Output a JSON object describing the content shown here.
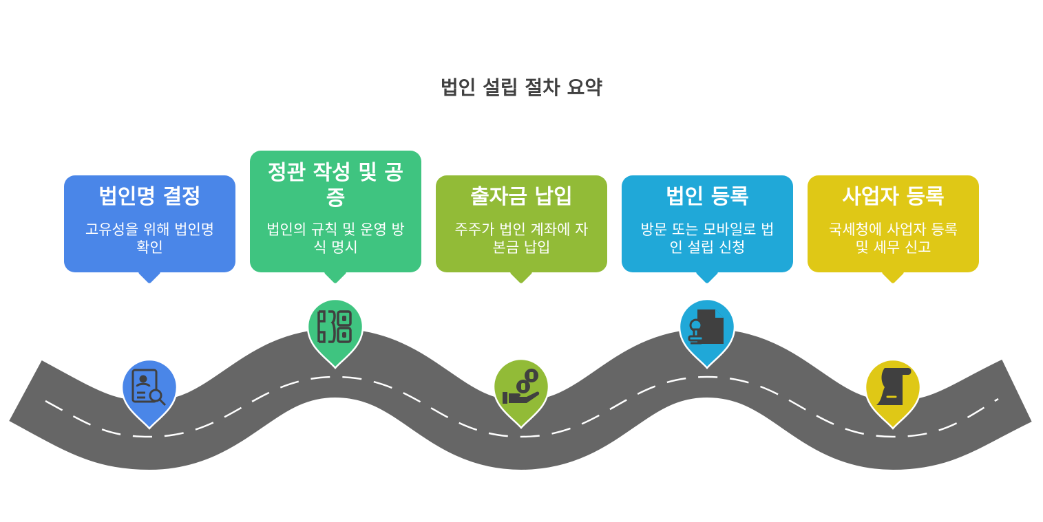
{
  "title": "법인 설립 절차 요약",
  "steps": [
    {
      "title": "법인명 결정",
      "desc": "고유성을 위해 법인명 확인",
      "color": "#4a86e8",
      "icon": "document-search-icon"
    },
    {
      "title": "정관 작성 및 공증",
      "desc": "법인의 규칙 및 운영 방식 명시",
      "color": "#3fc480",
      "icon": "rules-binder-icon"
    },
    {
      "title": "출자금 납입",
      "desc": "주주가 법인 계좌에 자본금 납입",
      "color": "#92bb37",
      "icon": "hand-coins-icon"
    },
    {
      "title": "법인 등록",
      "desc": "방문 또는 모바일로 법인 설립 신청",
      "color": "#20a8d8",
      "icon": "document-stamp-icon"
    },
    {
      "title": "사업자 등록",
      "desc": "국세청에 사업자 등록 및 세무 신고",
      "color": "#dfc816",
      "icon": "scroll-icon"
    }
  ],
  "road_color": "#666666"
}
